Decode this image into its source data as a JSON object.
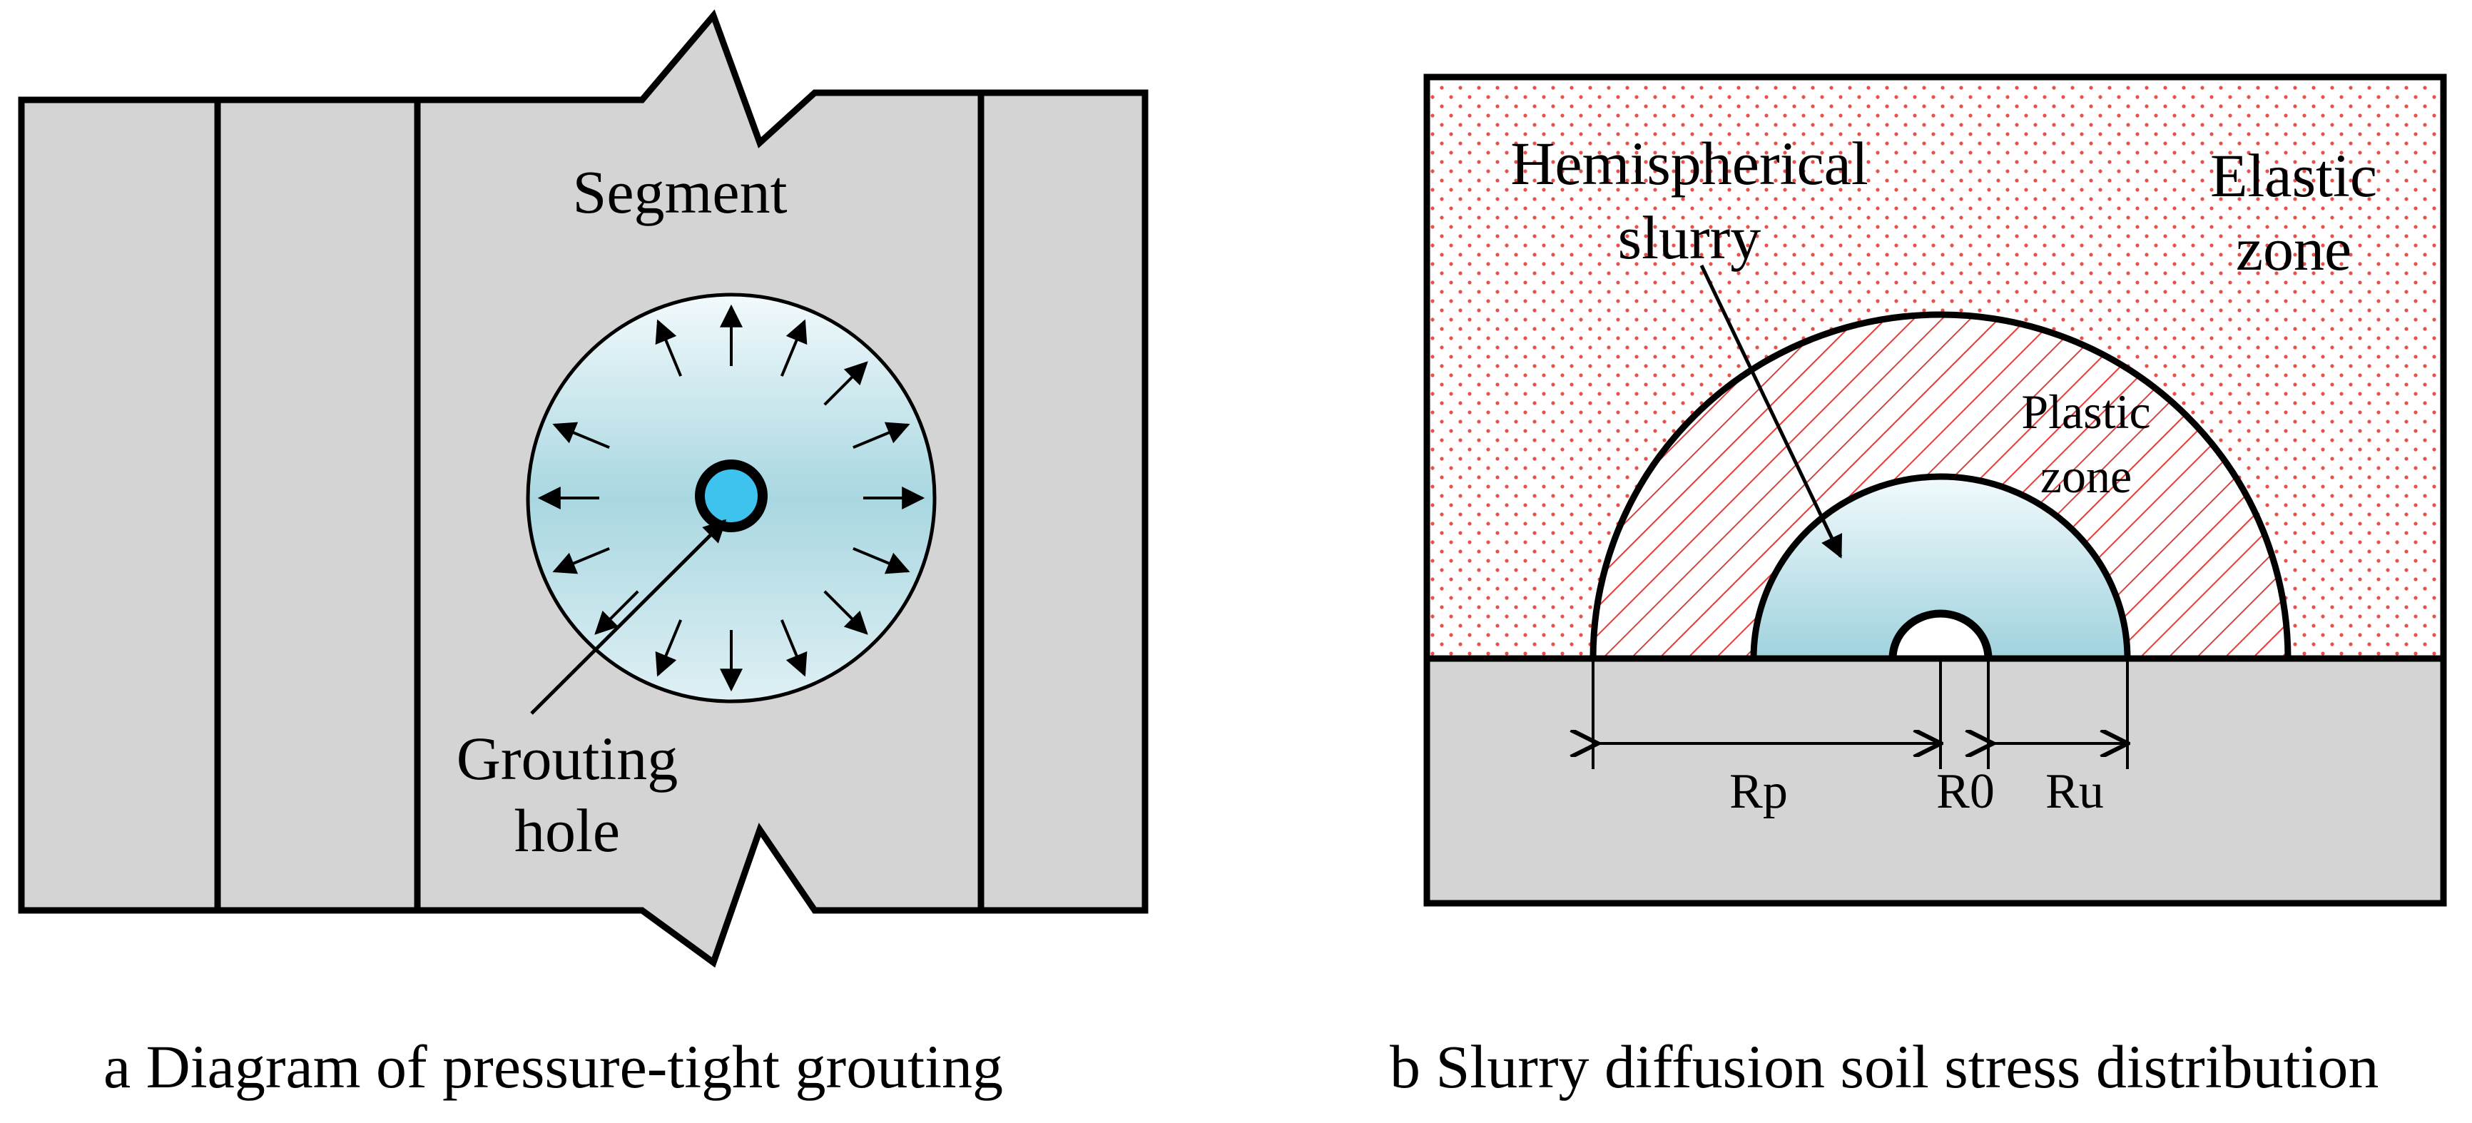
{
  "panel_a": {
    "segment_label": "Segment",
    "grouting_hole_label_line1": "Grouting",
    "grouting_hole_label_line2": "hole",
    "caption": "a  Diagram of pressure-tight grouting"
  },
  "panel_b": {
    "hemispherical_label_line1": "Hemispherical",
    "hemispherical_label_line2": "slurry",
    "elastic_label_line1": "Elastic",
    "elastic_label_line2": "zone",
    "plastic_label_line1": "Plastic",
    "plastic_label_line2": "zone",
    "dim_rp": "Rp",
    "dim_r0": "R0",
    "dim_ru": "Ru",
    "caption": "b  Slurry diffusion soil stress distribution"
  },
  "colors": {
    "segment_fill": "#d4d4d4",
    "slurry_light": "#e6f4f7",
    "slurry_mid": "#a9d7e1",
    "hole_fill": "#3ec3ef",
    "hatch_red": "#e0403c",
    "dot_red": "#e8504a",
    "stroke": "#000000"
  }
}
